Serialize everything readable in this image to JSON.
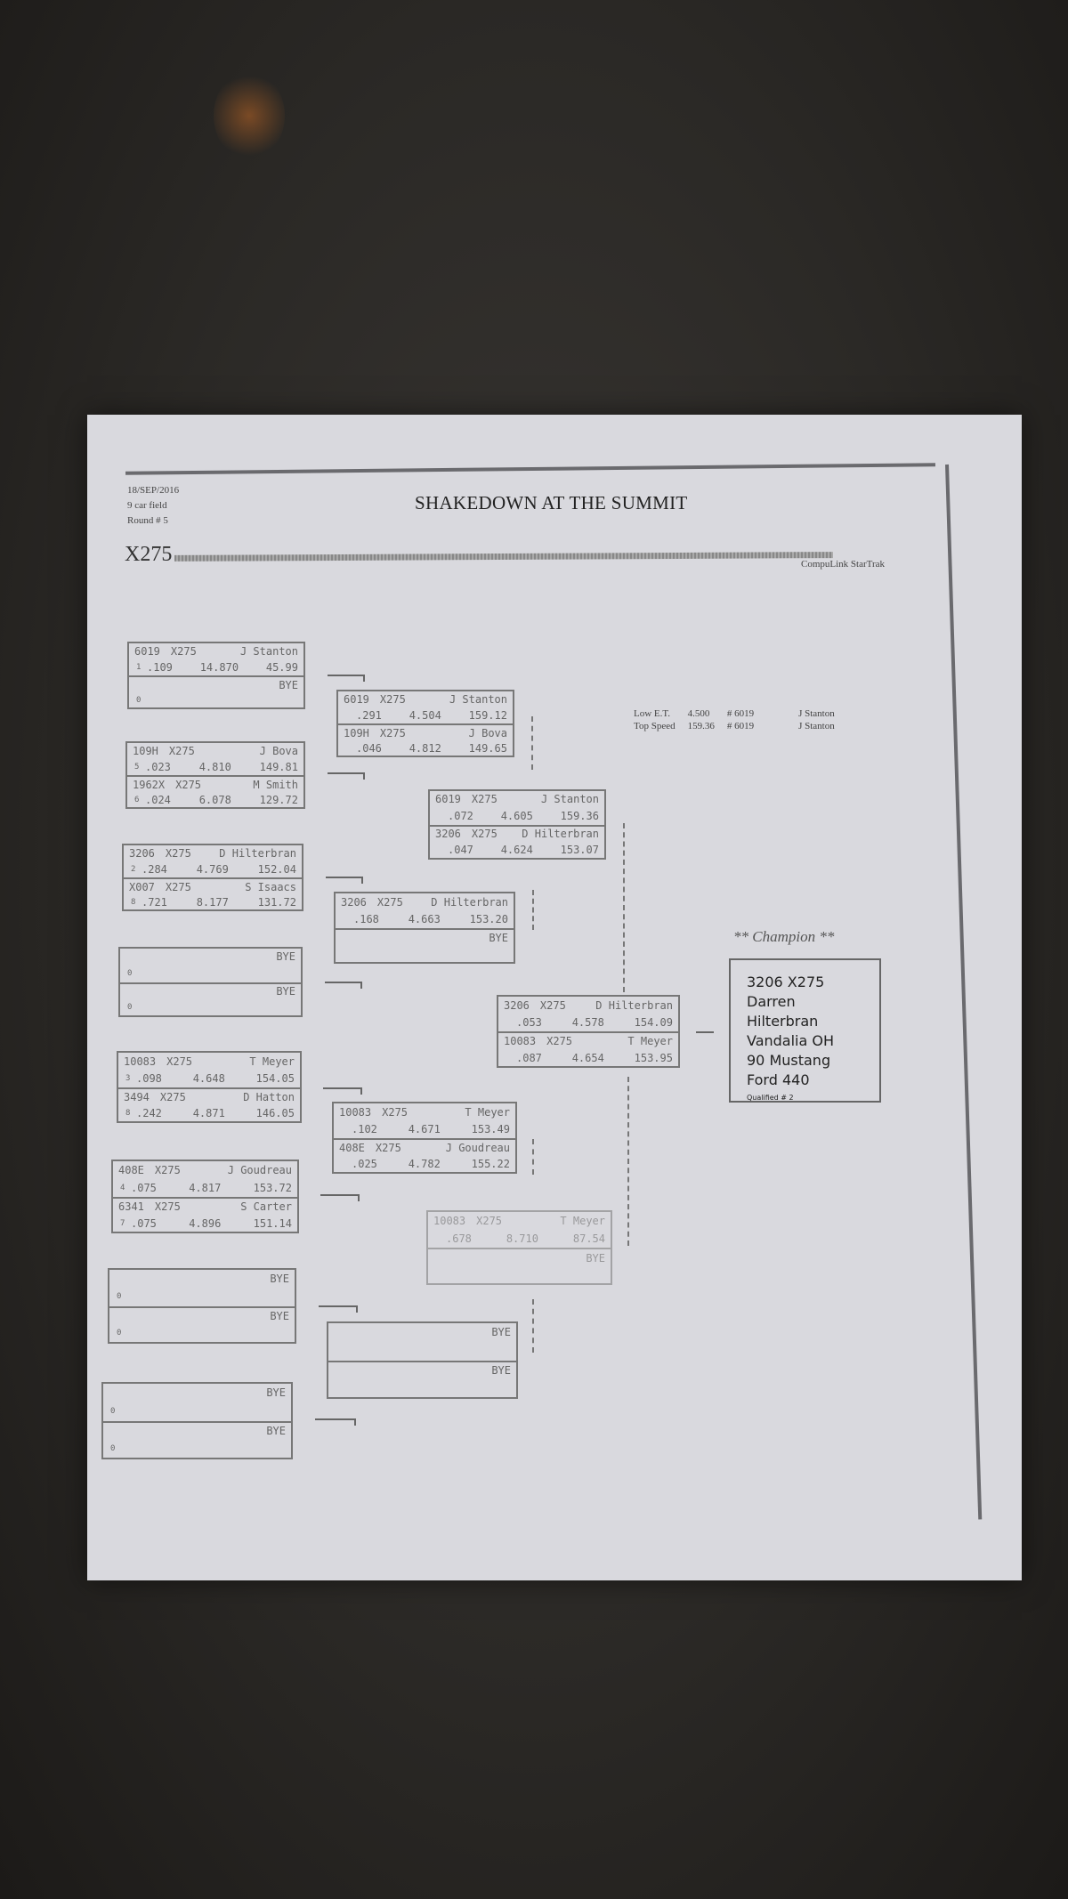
{
  "header": {
    "date": "18/SEP/2016",
    "field": "9 car field",
    "round": "Round # 5",
    "title": "SHAKEDOWN AT THE SUMMIT",
    "class": "X275",
    "software": "CompuLink StarTrak"
  },
  "stats": [
    {
      "label": "Low  E.T.",
      "value": "4.500",
      "car": "# 6019",
      "driver": "J Stanton"
    },
    {
      "label": "Top Speed",
      "value": "159.36",
      "car": "# 6019",
      "driver": "J Stanton"
    }
  ],
  "matches": [
    {
      "round": 1,
      "entries": [
        {
          "car": "6019",
          "cls": "X275",
          "driver": "J Stanton",
          "lane": "1",
          "rt": ".109",
          "et": "14.870",
          "mph": "45.99"
        },
        {
          "car": "",
          "cls": "",
          "driver": "BYE",
          "lane": "0",
          "rt": "",
          "et": "",
          "mph": ""
        }
      ]
    },
    {
      "round": 1,
      "entries": [
        {
          "car": "109H",
          "cls": "X275",
          "driver": "J Bova",
          "lane": "5",
          "rt": ".023",
          "et": "4.810",
          "mph": "149.81"
        },
        {
          "car": "1962X",
          "cls": "X275",
          "driver": "M Smith",
          "lane": "6",
          "rt": ".024",
          "et": "6.078",
          "mph": "129.72"
        }
      ]
    },
    {
      "round": 1,
      "entries": [
        {
          "car": "3206",
          "cls": "X275",
          "driver": "D Hilterbran",
          "lane": "2",
          "rt": ".284",
          "et": "4.769",
          "mph": "152.04"
        },
        {
          "car": "X007",
          "cls": "X275",
          "driver": "S Isaacs",
          "lane": "8",
          "rt": ".721",
          "et": "8.177",
          "mph": "131.72"
        }
      ]
    },
    {
      "round": 1,
      "entries": [
        {
          "car": "",
          "cls": "",
          "driver": "BYE",
          "lane": "0",
          "rt": "",
          "et": "",
          "mph": ""
        },
        {
          "car": "",
          "cls": "",
          "driver": "BYE",
          "lane": "0",
          "rt": "",
          "et": "",
          "mph": ""
        }
      ]
    },
    {
      "round": 1,
      "entries": [
        {
          "car": "10083",
          "cls": "X275",
          "driver": "T Meyer",
          "lane": "3",
          "rt": ".098",
          "et": "4.648",
          "mph": "154.05"
        },
        {
          "car": "3494",
          "cls": "X275",
          "driver": "D Hatton",
          "lane": "8",
          "rt": ".242",
          "et": "4.871",
          "mph": "146.05"
        }
      ]
    },
    {
      "round": 1,
      "entries": [
        {
          "car": "408E",
          "cls": "X275",
          "driver": "J Goudreau",
          "lane": "4",
          "rt": ".075",
          "et": "4.817",
          "mph": "153.72"
        },
        {
          "car": "6341",
          "cls": "X275",
          "driver": "S Carter",
          "lane": "7",
          "rt": ".075",
          "et": "4.896",
          "mph": "151.14"
        }
      ]
    },
    {
      "round": 1,
      "entries": [
        {
          "car": "",
          "cls": "",
          "driver": "BYE",
          "lane": "0",
          "rt": "",
          "et": "",
          "mph": ""
        },
        {
          "car": "",
          "cls": "",
          "driver": "BYE",
          "lane": "0",
          "rt": "",
          "et": "",
          "mph": ""
        }
      ]
    },
    {
      "round": 1,
      "entries": [
        {
          "car": "",
          "cls": "",
          "driver": "BYE",
          "lane": "0",
          "rt": "",
          "et": "",
          "mph": ""
        },
        {
          "car": "",
          "cls": "",
          "driver": "BYE",
          "lane": "0",
          "rt": "",
          "et": "",
          "mph": ""
        }
      ]
    },
    {
      "round": 2,
      "entries": [
        {
          "car": "6019",
          "cls": "X275",
          "driver": "J Stanton",
          "lane": "",
          "rt": ".291",
          "et": "4.504",
          "mph": "159.12"
        },
        {
          "car": "109H",
          "cls": "X275",
          "driver": "J Bova",
          "lane": "",
          "rt": ".046",
          "et": "4.812",
          "mph": "149.65"
        }
      ]
    },
    {
      "round": 2,
      "entries": [
        {
          "car": "3206",
          "cls": "X275",
          "driver": "D Hilterbran",
          "lane": "",
          "rt": ".168",
          "et": "4.663",
          "mph": "153.20"
        },
        {
          "car": "",
          "cls": "",
          "driver": "BYE",
          "lane": "",
          "rt": "",
          "et": "",
          "mph": ""
        }
      ]
    },
    {
      "round": 2,
      "entries": [
        {
          "car": "10083",
          "cls": "X275",
          "driver": "T Meyer",
          "lane": "",
          "rt": ".102",
          "et": "4.671",
          "mph": "153.49"
        },
        {
          "car": "408E",
          "cls": "X275",
          "driver": "J Goudreau",
          "lane": "",
          "rt": ".025",
          "et": "4.782",
          "mph": "155.22"
        }
      ]
    },
    {
      "round": 2,
      "entries": [
        {
          "car": "",
          "cls": "",
          "driver": "BYE",
          "lane": "",
          "rt": "",
          "et": "",
          "mph": ""
        },
        {
          "car": "",
          "cls": "",
          "driver": "BYE",
          "lane": "",
          "rt": "",
          "et": "",
          "mph": ""
        }
      ]
    },
    {
      "round": 3,
      "entries": [
        {
          "car": "6019",
          "cls": "X275",
          "driver": "J Stanton",
          "lane": "",
          "rt": ".072",
          "et": "4.605",
          "mph": "159.36"
        },
        {
          "car": "3206",
          "cls": "X275",
          "driver": "D Hilterbran",
          "lane": "",
          "rt": ".047",
          "et": "4.624",
          "mph": "153.07"
        }
      ]
    },
    {
      "round": 3,
      "entries": [
        {
          "car": "10083",
          "cls": "X275",
          "driver": "T Meyer",
          "lane": "",
          "rt": ".678",
          "et": "8.710",
          "mph": "87.54"
        },
        {
          "car": "",
          "cls": "",
          "driver": "BYE",
          "lane": "",
          "rt": "",
          "et": "",
          "mph": ""
        }
      ]
    },
    {
      "round": 4,
      "entries": [
        {
          "car": "3206",
          "cls": "X275",
          "driver": "D Hilterbran",
          "lane": "",
          "rt": ".053",
          "et": "4.578",
          "mph": "154.09"
        },
        {
          "car": "10083",
          "cls": "X275",
          "driver": "T Meyer",
          "lane": "",
          "rt": ".087",
          "et": "4.654",
          "mph": "153.95"
        }
      ]
    }
  ],
  "champion": {
    "label": "** Champion **",
    "car_class": "3206   X275",
    "name": "Darren Hilterbran",
    "city": "Vandalia OH",
    "car": "90 Mustang",
    "engine": "Ford  440",
    "qualified": "Qualified # 2"
  }
}
